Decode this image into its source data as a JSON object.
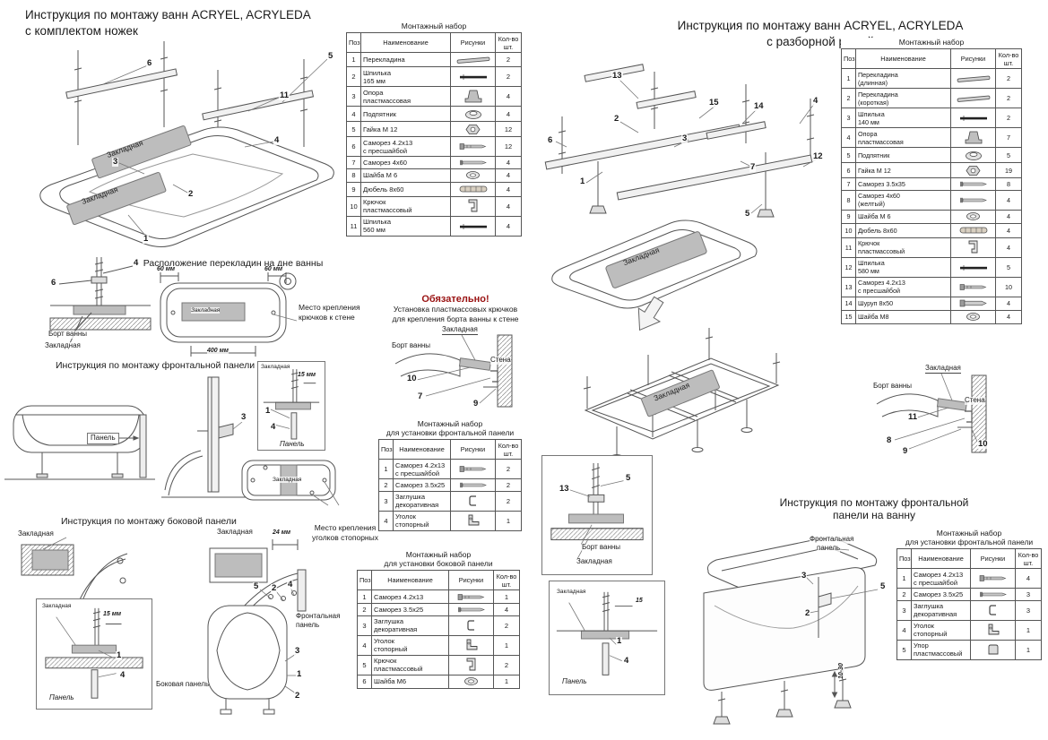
{
  "colors": {
    "plate": "#bdbdbd",
    "line": "#555555",
    "mandatory": "#991111"
  },
  "left": {
    "title1": "Инструкция по монтажу ванн ACRYEL, ACRYLEDA",
    "title2": "с комплектом ножек",
    "plate": "Закладная",
    "caption_rails": "Расположение перекладин на дне ванны",
    "caption_front": "Инструкция по монтажу фронтальной панели",
    "caption_side": "Инструкция по монтажу боковой панели",
    "note_hooks1": "Место крепления",
    "note_hooks2": "крючков к стене",
    "note_angles1": "Место крепления",
    "note_angles2": "уголков стопорных",
    "mandatory1": "Обязательно!",
    "mandatory2": "Установка пластмассовых крючков",
    "mandatory3": "для крепления борта ванны к стене",
    "labels": {
      "bort": "Борт ванны",
      "wall": "Стена",
      "panel": "Панель",
      "side_panel": "Боковая панель",
      "front_panel1": "Фронтальная",
      "front_panel2": "панель",
      "dim15": "15 мм",
      "dim24": "24 мм",
      "dim60a": "60 мм",
      "dim60b": "60 мм",
      "dim400": "400 мм"
    },
    "exploded": {
      "callouts": [
        "6",
        "5",
        "11",
        "4",
        "3",
        "2",
        "1"
      ]
    },
    "stud_detail": {
      "callouts": [
        "6",
        "4"
      ]
    },
    "wall_detail": {
      "callouts": [
        "10",
        "7",
        "9"
      ]
    },
    "post_detail": {
      "callouts": [
        "3"
      ]
    },
    "front_box": {
      "callouts": [
        "1",
        "4"
      ]
    },
    "side_right": {
      "callouts": [
        "5",
        "2",
        "4"
      ]
    },
    "side_box": {
      "callouts": [
        "1",
        "4"
      ]
    },
    "panel_view": {
      "callouts": [
        "3",
        "1",
        "2"
      ]
    },
    "table_main": {
      "title": "Монтажный набор",
      "headers": [
        "Поз.",
        "Наименование",
        "Рисунки",
        "Кол-во\nшт."
      ],
      "rows": [
        [
          "1",
          "Перекладина",
          "bar",
          "2"
        ],
        [
          "2",
          "Шпилька\n165 мм",
          "stud",
          "2"
        ],
        [
          "3",
          "Опора\nпластмассовая",
          "support",
          "4"
        ],
        [
          "4",
          "Подпятник",
          "foot",
          "4"
        ],
        [
          "5",
          "Гайка М 12",
          "nut",
          "12"
        ],
        [
          "6",
          "Саморез 4.2х13\nс пресшайбой",
          "screw-press",
          "12"
        ],
        [
          "7",
          "Саморез 4х60",
          "screw",
          "4"
        ],
        [
          "8",
          "Шайба М 6",
          "washer",
          "4"
        ],
        [
          "9",
          "Дюбель 8х60",
          "dowel",
          "4"
        ],
        [
          "10",
          "Крючок\nпластмассовый",
          "hook",
          "4"
        ],
        [
          "11",
          "Шпилька\n560 мм",
          "stud",
          "4"
        ]
      ]
    },
    "table_front": {
      "title1": "Монтажный набор",
      "title2": "для установки фронтальной панели",
      "headers": [
        "Поз.",
        "Наименование",
        "Рисунки",
        "Кол-во\nшт."
      ],
      "rows": [
        [
          "1",
          "Саморез 4.2х13\nс пресшайбой",
          "screw-press",
          "2"
        ],
        [
          "2",
          "Саморез 3.5х25",
          "screw",
          "2"
        ],
        [
          "3",
          "Заглушка\nдекоративная",
          "plug",
          "2"
        ],
        [
          "4",
          "Уголок\nстопорный",
          "angle",
          "1"
        ]
      ]
    },
    "table_side": {
      "title1": "Монтажный набор",
      "title2": "для установки боковой панели",
      "headers": [
        "Поз.",
        "Наименование",
        "Рисунки",
        "Кол-во\nшт."
      ],
      "rows": [
        [
          "1",
          "Саморез 4.2х13",
          "screw-press",
          "1"
        ],
        [
          "2",
          "Саморез 3.5х25",
          "screw",
          "4"
        ],
        [
          "3",
          "Заглушка\nдекоративная",
          "plug",
          "2"
        ],
        [
          "4",
          "Уголок\nстопорный",
          "angle",
          "1"
        ],
        [
          "5",
          "Крючок\nпластмассовый",
          "hook",
          "2"
        ],
        [
          "6",
          "Шайба М6",
          "washer",
          "1"
        ]
      ]
    }
  },
  "right": {
    "title1": "Инструкция по монтажу ванн ACRYEL, ACRYLEDA",
    "title2": "с разборной рамой",
    "plate": "Закладная",
    "caption_front1": "Инструкция по монтажу фронтальной",
    "caption_front2": "панели на ванну",
    "labels": {
      "bort": "Борт ванны",
      "wall": "Стена",
      "panel": "Панель",
      "front_panel1": "Фронтальная",
      "front_panel2": "панель",
      "dim15": "15",
      "dim1030": "10-30"
    },
    "exploded": {
      "callouts": [
        "13",
        "15",
        "14",
        "4",
        "6",
        "2",
        "3",
        "7",
        "12",
        "1",
        "5"
      ]
    },
    "wall_detail": {
      "callouts": [
        "11",
        "8",
        "9",
        "10"
      ]
    },
    "stud_box": {
      "callouts": [
        "13",
        "5"
      ]
    },
    "front_box": {
      "callouts": [
        "1",
        "4"
      ]
    },
    "panel_3d": {
      "callouts": [
        "3",
        "5",
        "2"
      ]
    },
    "table_main": {
      "title": "Монтажный набор",
      "headers": [
        "Поз.",
        "Наименование",
        "Рисунки",
        "Кол-во\nшт."
      ],
      "rows": [
        [
          "1",
          "Перекладина\n(длинная)",
          "bar",
          "2"
        ],
        [
          "2",
          "Перекладина\n(короткая)",
          "bar",
          "2"
        ],
        [
          "3",
          "Шпилька\n140 мм",
          "stud",
          "2"
        ],
        [
          "4",
          "Опора\nпластмассовая",
          "support",
          "7"
        ],
        [
          "5",
          "Подпятник",
          "foot",
          "5"
        ],
        [
          "6",
          "Гайка М 12",
          "nut",
          "19"
        ],
        [
          "7",
          "Саморез 3.5х35",
          "screw",
          "8"
        ],
        [
          "8",
          "Саморез 4х60\n(желтый)",
          "screw",
          "4"
        ],
        [
          "9",
          "Шайба М 6",
          "washer",
          "4"
        ],
        [
          "10",
          "Дюбель 8х60",
          "dowel",
          "4"
        ],
        [
          "11",
          "Крючок\nпластмассовый",
          "hook",
          "4"
        ],
        [
          "12",
          "Шпилька\n580 мм",
          "stud",
          "5"
        ],
        [
          "13",
          "Саморез 4.2х13\nс пресшайбой",
          "screw-press",
          "10"
        ],
        [
          "14",
          "Шуруп 8х50",
          "lag",
          "4"
        ],
        [
          "15",
          "Шайба М8",
          "washer",
          "4"
        ]
      ]
    },
    "table_front": {
      "title1": "Монтажный набор",
      "title2": "для установки фронтальной панели",
      "headers": [
        "Поз.",
        "Наименование",
        "Рисунки",
        "Кол-во\nшт."
      ],
      "rows": [
        [
          "1",
          "Саморез 4.2х13\nс пресшайбой",
          "screw-press",
          "4"
        ],
        [
          "2",
          "Саморез 3.5х25",
          "screw",
          "3"
        ],
        [
          "3",
          "Заглушка\nдекоративная",
          "plug",
          "3"
        ],
        [
          "4",
          "Уголок\nстопорный",
          "angle",
          "1"
        ],
        [
          "5",
          "Упор\nпластмассовый",
          "stop",
          "1"
        ]
      ]
    }
  }
}
